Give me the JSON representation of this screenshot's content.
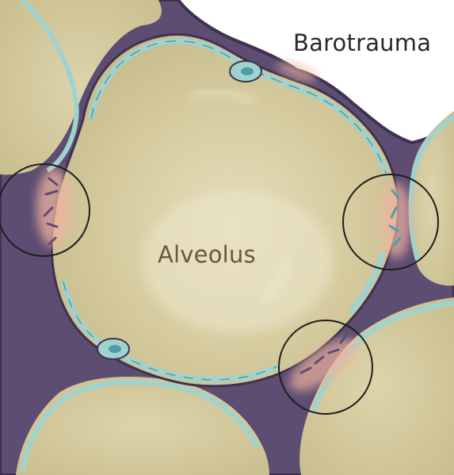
{
  "title": "Barotrauma",
  "center_label": "Alveolus",
  "colors": {
    "background": "#ffffff",
    "alveolus_fill": "#d3c99d",
    "alveolus_highlight": "#ebe5c8",
    "septum": "#5d4d72",
    "septum_outline": "#3e3250",
    "capillary": "#9fd3cf",
    "capillary_dark": "#4f9da2",
    "damage_glow": "#efb3a0",
    "marker_circle": "#1e1e1e",
    "title_text": "#2b2530",
    "alveolus_text": "#6b5640"
  },
  "markers": [
    {
      "name": "left-rupture",
      "count": 1
    },
    {
      "name": "right-rupture",
      "count": 1
    },
    {
      "name": "lower-rupture",
      "count": 1
    }
  ]
}
